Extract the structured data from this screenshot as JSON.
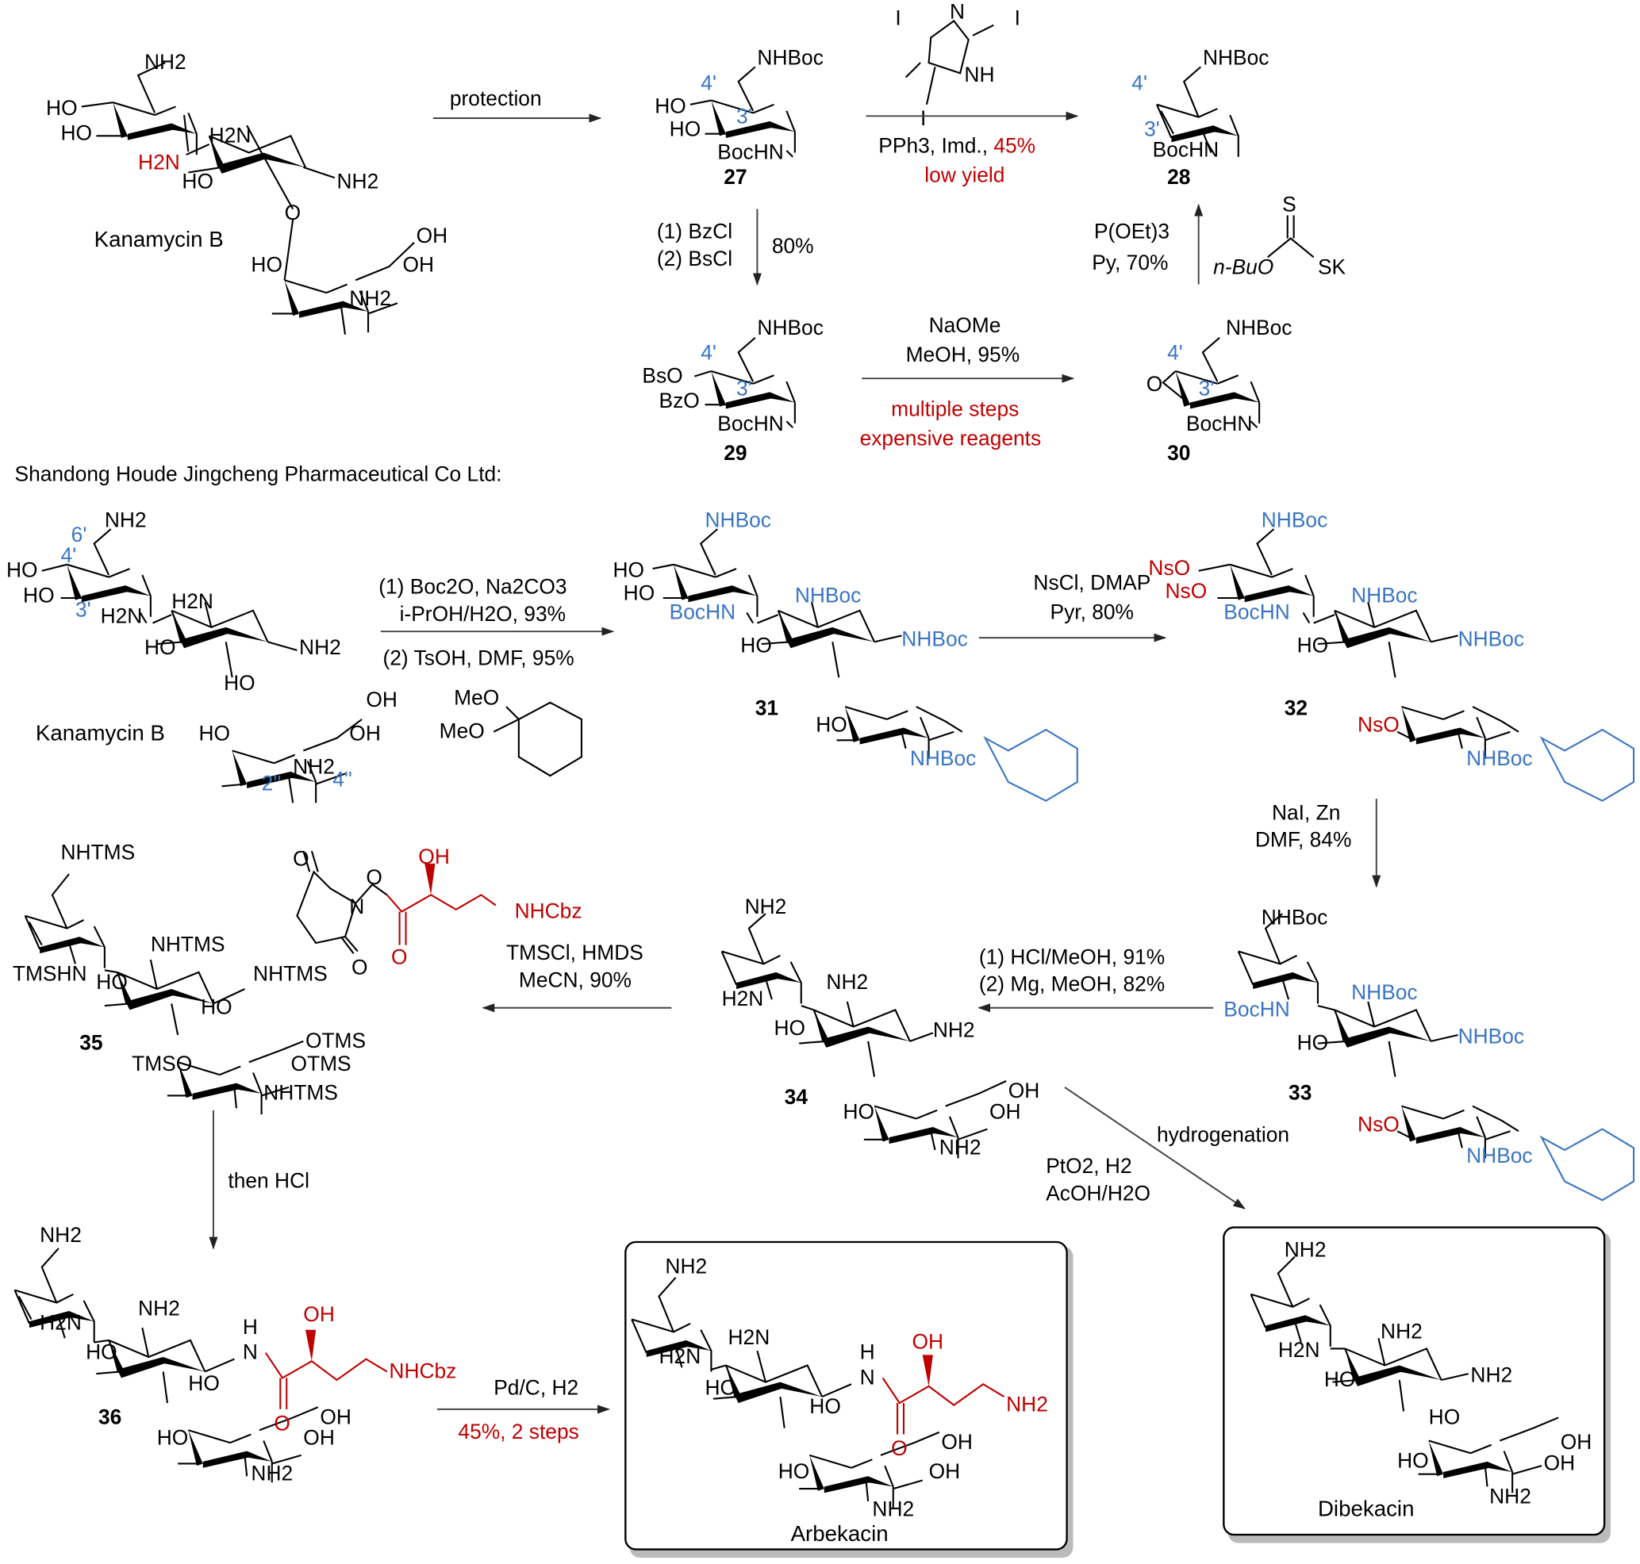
{
  "section_heading": "Shandong Houde Jingcheng Pharmaceutical Co Ltd:",
  "colors": {
    "protecting_group_blue": "#3a75c4",
    "highlight_red": "#c00000",
    "text": "#000000"
  },
  "compounds": {
    "kanamycin_b_top": {
      "name": "Kanamycin B",
      "groups": {
        "amine_6": "NH2",
        "oh_4": "HO",
        "oh_3": "HO",
        "amine_2_red": "H2N",
        "amine_ring2a": "H2N",
        "oh_ring2": "HO",
        "amine_ring2b": "NH2",
        "oh_ring3a": "OH",
        "oh_ring3b": "HO",
        "oh_ring3c": "OH",
        "amine_ring3": "NH2",
        "o_link": "O"
      }
    },
    "c27": {
      "number": "27",
      "groups": {
        "top": "NHBoc",
        "oh_a": "HO",
        "oh_b": "HO",
        "n": "BocHN"
      },
      "locants": [
        "4'",
        "3'"
      ]
    },
    "c28": {
      "number": "28",
      "groups": {
        "top": "NHBoc",
        "n": "BocHN"
      },
      "locants": [
        "4'",
        "3'"
      ]
    },
    "c29": {
      "number": "29",
      "groups": {
        "top": "NHBoc",
        "o_a": "BsO",
        "o_b": "BzO",
        "n": "BocHN"
      },
      "locants": [
        "4'",
        "3'"
      ]
    },
    "c30": {
      "number": "30",
      "groups": {
        "top": "NHBoc",
        "epoxide_o": "O",
        "n": "BocHN"
      },
      "locants": [
        "4'",
        "3'"
      ]
    },
    "kanamycin_b_bottom": {
      "name": "Kanamycin B",
      "locants": [
        "6'",
        "4'",
        "3'",
        "2''",
        "4''"
      ],
      "groups": {
        "amine_6": "NH2",
        "oh_4": "HO",
        "oh_3": "HO",
        "amine_2": "H2N",
        "amine_ring2a": "H2N",
        "oh_ring2": "HO",
        "amine_ring2b": "NH2",
        "oh_ring3a": "OH",
        "oh_ring3b": "HO",
        "oh_ring3c": "OH",
        "amine_ring3": "NH2"
      }
    },
    "c31": {
      "number": "31",
      "groups": {
        "top": "NHBoc",
        "oh_a": "HO",
        "oh_b": "HO",
        "n": "BocHN",
        "nhboc_a": "NHBoc",
        "oh_ring2": "HO",
        "nhboc_b": "NHBoc",
        "oh_ring3": "HO",
        "nhboc_c": "NHBoc"
      }
    },
    "c32": {
      "number": "32",
      "groups": {
        "top": "NHBoc",
        "ns_a": "NsO",
        "ns_b": "NsO",
        "n": "BocHN",
        "nhboc_a": "NHBoc",
        "oh_ring2": "HO",
        "nhboc_b": "NHBoc",
        "ns_c": "NsO",
        "nhboc_c": "NHBoc"
      }
    },
    "c33": {
      "number": "33",
      "groups": {
        "top": "NHBoc",
        "n": "BocHN",
        "nhboc_a": "NHBoc",
        "oh_ring2": "HO",
        "nhboc_b": "NHBoc",
        "ns_c": "NsO",
        "nhboc_c": "NHBoc"
      }
    },
    "c34": {
      "number": "34",
      "groups": {
        "top": "NH2",
        "n": "H2N",
        "amine_a": "NH2",
        "oh_ring2": "HO",
        "amine_b": "NH2",
        "oh_a": "OH",
        "oh_b": "HO",
        "oh_c": "OH",
        "amine_c": "NH2"
      }
    },
    "c35": {
      "number": "35",
      "groups": {
        "top": "NHTMS",
        "n": "TMSHN",
        "a": "NHTMS",
        "oh_ring2": "HO",
        "b": "NHTMS",
        "c": "OTMS",
        "d": "TMSO",
        "e": "OTMS",
        "f": "NHTMS"
      }
    },
    "c36": {
      "number": "36",
      "groups": {
        "top": "NH2",
        "n": "H2N",
        "a": "NH2",
        "oh_ring2": "HO",
        "amide_n": "N",
        "amide_h": "H",
        "side_oh": "OH",
        "side_o": "O",
        "side_n": "NHCbz",
        "oh_a": "OH",
        "oh_b": "HO",
        "oh_c": "OH",
        "amine_c": "NH2"
      }
    },
    "arbekacin": {
      "name": "Arbekacin",
      "groups": {
        "top": "NH2",
        "n": "H2N",
        "a": "H2N",
        "oh_ring2": "HO",
        "amide_n": "N",
        "amide_h": "H",
        "side_oh": "OH",
        "side_o": "O",
        "side_n": "NH2",
        "oh_a": "OH",
        "oh_b": "HO",
        "oh_c": "OH",
        "amine_c": "NH2"
      }
    },
    "dibekacin": {
      "name": "Dibekacin",
      "groups": {
        "top": "NH2",
        "n": "H2N",
        "a": "NH2",
        "oh_ring2": "HO",
        "b": "NH2",
        "oh_a": "OH",
        "oh_b": "HO",
        "oh_c": "OH",
        "amine_c": "NH2"
      }
    }
  },
  "reagents": {
    "dimethoxy": {
      "a": "MeO",
      "b": "MeO"
    },
    "succinimide_ester": {
      "o1": "O",
      "n": "N",
      "o2": "O",
      "o3": "O",
      "side_oh": "OH",
      "side_o": "O",
      "side_n": "NHCbz"
    },
    "triiodoimidazole": {
      "i1": "I",
      "i2": "I",
      "i3": "I",
      "n": "N",
      "nh": "NH"
    },
    "xanthate": {
      "s": "S",
      "o": "n-BuO",
      "sk": "SK"
    }
  },
  "arrows": {
    "protection": {
      "label": "protection"
    },
    "to_28": {
      "line1": "PPh3, Imd., ",
      "yield": "45%",
      "line2": "low yield"
    },
    "to_29": {
      "line1": "(1) BzCl",
      "line2": "(2) BsCl",
      "yield": "80%"
    },
    "to_30": {
      "line1": "NaOMe",
      "line2": "MeOH, 95%",
      "note1": "multiple steps",
      "note2": "expensive reagents"
    },
    "30_to_28": {
      "line1": "P(OEt)3",
      "line2": "Py, 70%"
    },
    "to_31": {
      "line1": "(1) Boc2O, Na2CO3",
      "line2": "i-PrOH/H2O, 93%",
      "line3": "(2) TsOH, DMF, 95%"
    },
    "to_32": {
      "line1": "NsCl, DMAP",
      "line2": "Pyr, 80%"
    },
    "to_33": {
      "line1": "NaI, Zn",
      "line2": "DMF, 84%"
    },
    "to_34": {
      "line1": "(1) HCl/MeOH, 91%",
      "line2": "(2) Mg, MeOH, 82%"
    },
    "to_35": {
      "line1": "TMSCl, HMDS",
      "line2": "MeCN, 90%"
    },
    "to_36": {
      "line1": "then HCl"
    },
    "to_arbekacin": {
      "line1": "Pd/C, H2",
      "line2": "45%, 2 steps"
    },
    "to_dibekacin": {
      "line1": "hydrogenation",
      "line2": "PtO2, H2",
      "line3": "AcOH/H2O"
    }
  }
}
